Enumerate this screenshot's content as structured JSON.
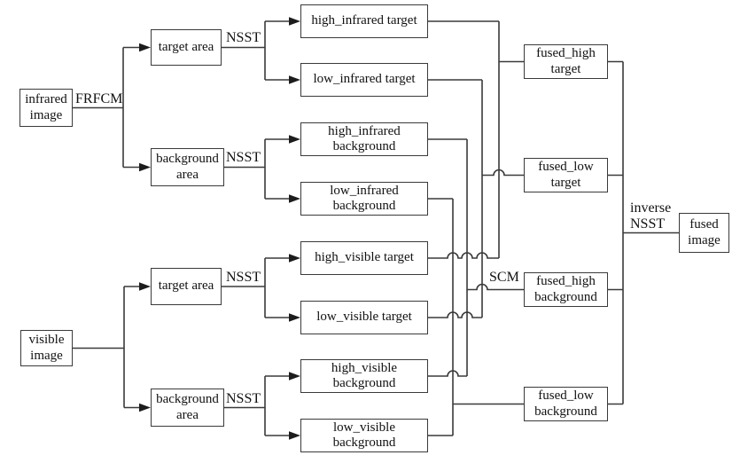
{
  "diagram": {
    "colors": {
      "background": "#ffffff",
      "line": "#3a3a3a",
      "box_fill": "#ffffff",
      "text": "#111111"
    },
    "nodes": {
      "infrared_image": "infrared\nimage",
      "visible_image": "visible\nimage",
      "ir_target_area": "target area",
      "ir_background_area": "background\narea",
      "vis_target_area": "target area",
      "vis_background_area": "background\narea",
      "high_infrared_target": "high_infrared target",
      "low_infrared_target": "low_infrared target",
      "high_infrared_background": "high_infrared\nbackground",
      "low_infrared_background": "low_infrared\nbackground",
      "high_visible_target": "high_visible target",
      "low_visible_target": "low_visible target",
      "high_visible_background": "high_visible\nbackground",
      "low_visible_background": "low_visible\nbackground",
      "fused_high_target": "fused_high\ntarget",
      "fused_low_target": "fused_low\ntarget",
      "fused_high_background": "fused_high\nbackground",
      "fused_low_background": "fused_low\nbackground",
      "fused_image": "fused\nimage"
    },
    "edge_labels": {
      "frfcm": "FRFCM",
      "nsst_ir_target": "NSST",
      "nsst_ir_background": "NSST",
      "nsst_vis_target": "NSST",
      "nsst_vis_background": "NSST",
      "scm": "SCM",
      "inverse_nsst": "inverse\nNSST"
    }
  }
}
